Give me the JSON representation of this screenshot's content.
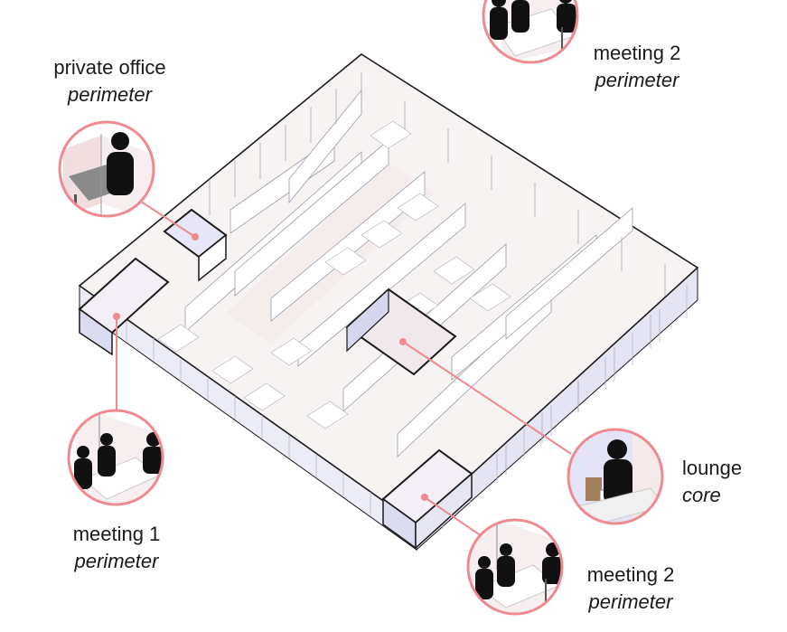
{
  "colors": {
    "accent": "#ee8a90",
    "outline": "#1a1a1a",
    "floor": "#f6f1ef",
    "wall": "#ffffff",
    "glass": "#d9d9f0",
    "carpet": "#f3e6e6"
  },
  "callouts": {
    "private_office": {
      "name": "private office",
      "zone": "perimeter"
    },
    "meeting_top": {
      "name": "meeting 2",
      "zone": "perimeter"
    },
    "meeting_1": {
      "name": "meeting 1",
      "zone": "perimeter"
    },
    "lounge": {
      "name": "lounge",
      "zone": "core"
    },
    "meeting_bottom": {
      "name": "meeting 2",
      "zone": "perimeter"
    }
  }
}
